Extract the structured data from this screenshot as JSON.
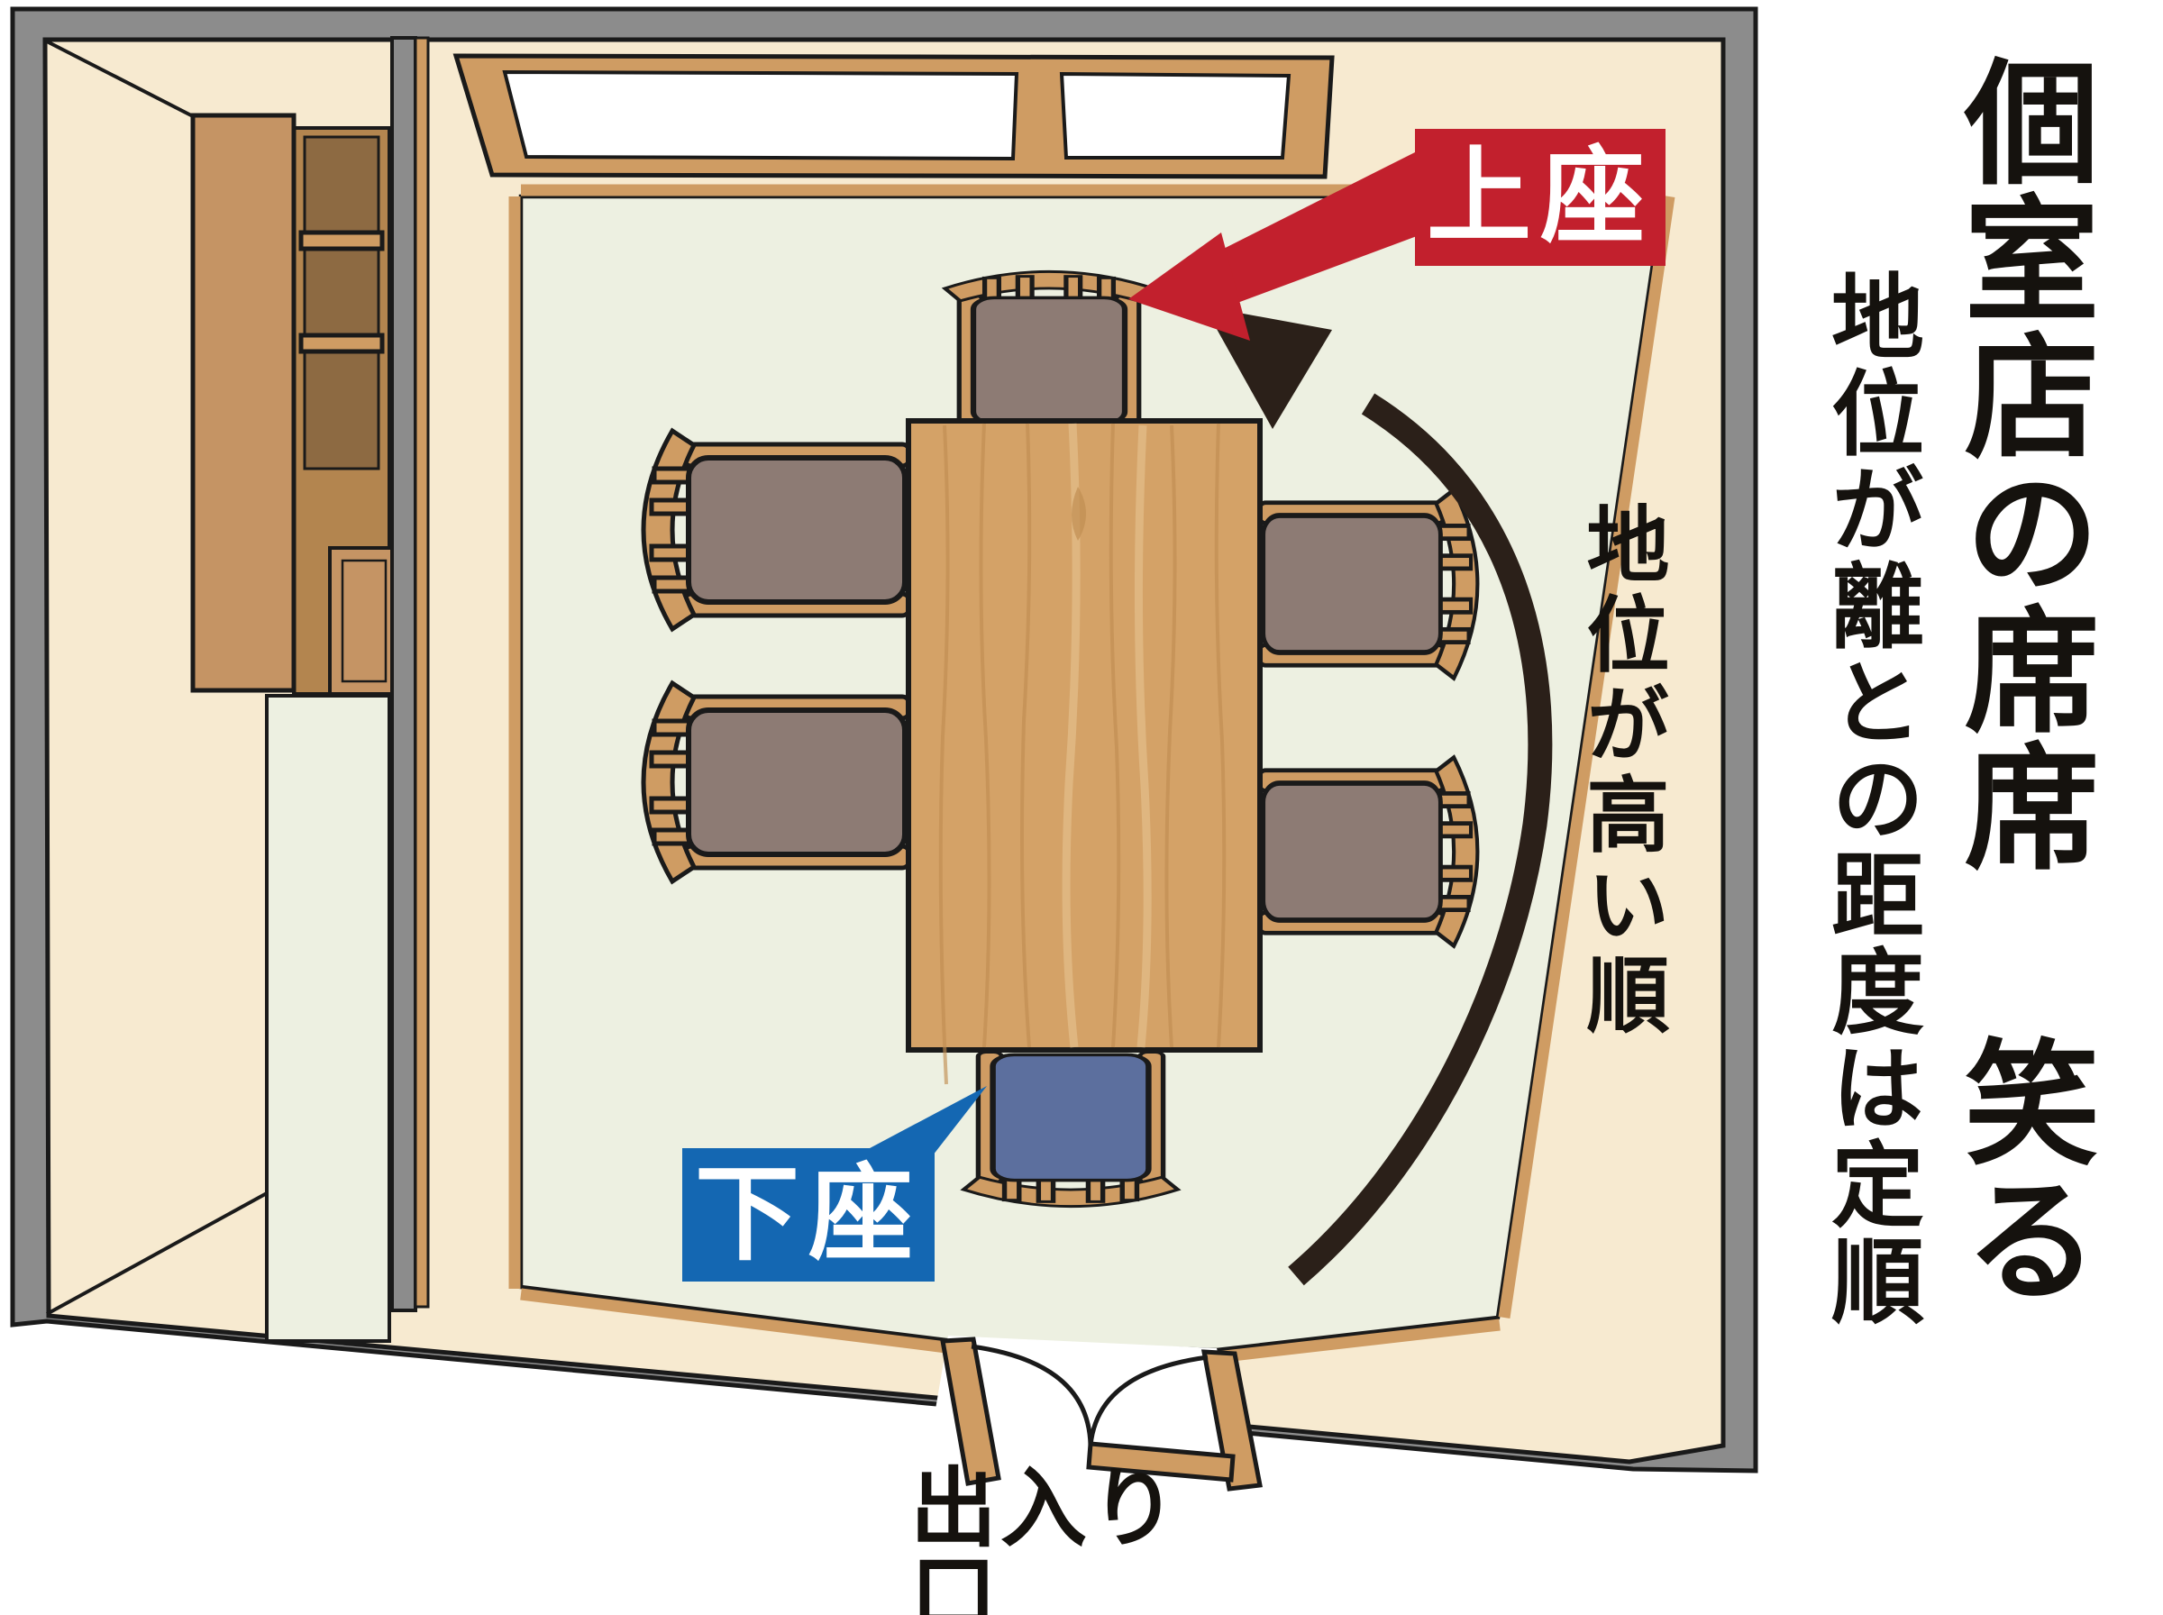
{
  "page": {
    "main_title": "個室店の席席 笑る",
    "subtitle": "地位が離との距度は定順",
    "status_note": "地位が高い順",
    "kamiza": "上座",
    "shimoza": "下座",
    "entrance": "出入り口",
    "colors": {
      "frame_gray": "#8c8c8c",
      "wall_cream": "#f7ead0",
      "floor_pale": "#edf0e1",
      "wood": "#cf9c63",
      "table_wood": "#d4a267",
      "cushion_gray": "#8d7b74",
      "cushion_blue": "#5c6f9e",
      "kamiza_red": "#c2202d",
      "shimoza_blue": "#1467b2",
      "arrow_black": "#2b2019"
    }
  }
}
